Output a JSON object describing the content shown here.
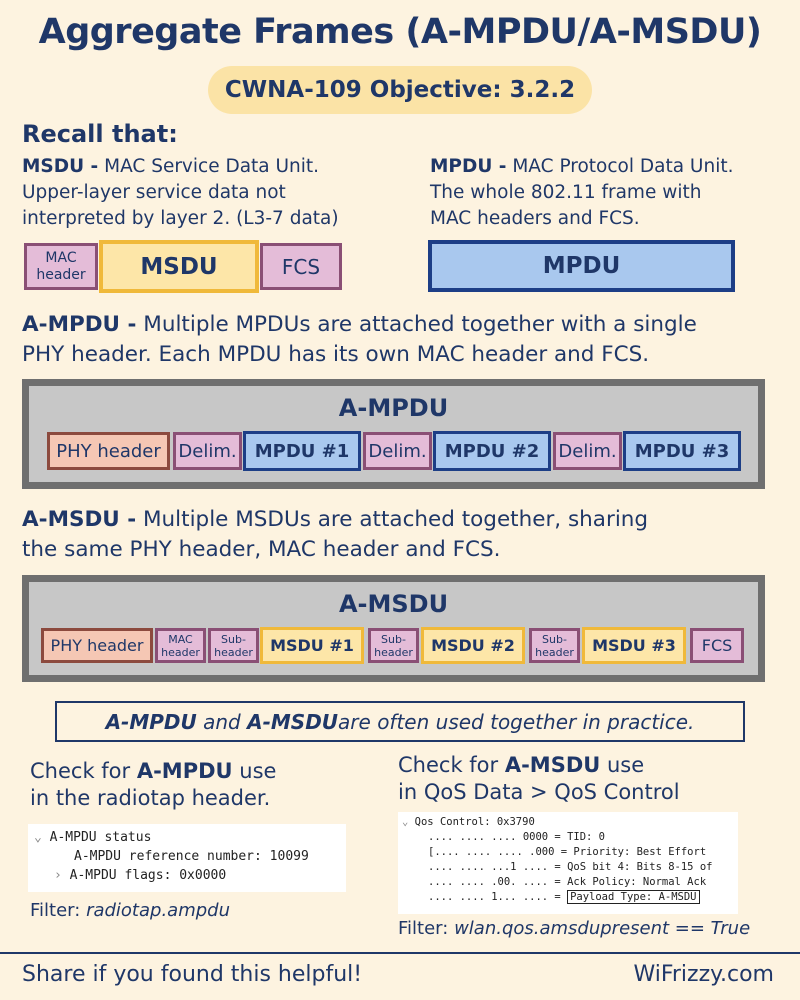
{
  "title": "Aggregate Frames (A-MPDU/A-MSDU)",
  "objective": "CWNA-109 Objective: 3.2.2",
  "recall": "Recall that:",
  "msdu_def": {
    "term": "MSDU -",
    "line1": " MAC Service Data Unit.",
    "line2": "Upper-layer service data not",
    "line3": "interpreted by layer 2. (L3-7 data)"
  },
  "mpdu_def": {
    "term": "MPDU -",
    "line1": " MAC Protocol Data Unit.",
    "line2": "The whole 802.11 frame with",
    "line3": "MAC headers and FCS."
  },
  "msdu_frame": {
    "mac_l1": "MAC",
    "mac_l2": "header",
    "msdu": "MSDU",
    "fcs": "FCS"
  },
  "mpdu_frame": {
    "mpdu": "MPDU"
  },
  "ampdu_desc": {
    "term": "A-MPDU -",
    "line1": " Multiple MPDUs are attached together with a single",
    "line2": "PHY header. Each MPDU has its own MAC header and FCS."
  },
  "ampdu_diagram": {
    "title": "A-MPDU",
    "phy": "PHY header",
    "delim1": "Delim.",
    "mpdu1": "MPDU #1",
    "delim2": "Delim.",
    "mpdu2": "MPDU #2",
    "delim3": "Delim.",
    "mpdu3": "MPDU #3"
  },
  "amsdu_desc": {
    "term": "A-MSDU -",
    "line1": " Multiple MSDUs are attached together, sharing",
    "line2": "the same PHY header, MAC header and FCS."
  },
  "amsdu_diagram": {
    "title": "A-MSDU",
    "phy": "PHY header",
    "mac_l1": "MAC",
    "mac_l2": "header",
    "sub_l1": "Sub-",
    "sub_l2": "header",
    "msdu1": "MSDU #1",
    "msdu2": "MSDU #2",
    "msdu3": "MSDU #3",
    "fcs": "FCS"
  },
  "note": {
    "a": "A-MPDU",
    "mid": " and ",
    "b": "A-MSDU",
    "rest": " are often used together in practice."
  },
  "check_ampdu": {
    "pre": "Check for ",
    "term": "A-MPDU",
    "post": " use",
    "line2": "in the radiotap header."
  },
  "check_amsdu": {
    "pre": "Check for ",
    "term": "A-MSDU",
    "post": " use",
    "line2": "in QoS Data > QoS Control"
  },
  "radiotap_shot": {
    "line1": "A-MPDU status",
    "line2": "A-MPDU reference number: 10099",
    "line3": "A-MPDU flags: 0x0000"
  },
  "qos_shot": {
    "line1": "Qos Control: 0x3790",
    "line2": ".... .... .... 0000 = TID: 0",
    "line3": "[.... .... .... .000 = Priority: Best Effort",
    "line4": ".... .... ...1 .... = QoS bit 4: Bits 8-15 of",
    "line5": ".... .... .00. .... = Ack Policy: Normal Ack",
    "line6a": ".... .... 1... .... = ",
    "line6b": "Payload Type: A-MSDU"
  },
  "filter_ampdu": {
    "label": "Filter: ",
    "value": "radiotap.ampdu"
  },
  "filter_amsdu": {
    "label": "Filter: ",
    "value": "wlan.qos.amsdupresent == True"
  },
  "footer": {
    "left": "Share if you found this helpful!",
    "right": "WiFrizzy.com"
  }
}
